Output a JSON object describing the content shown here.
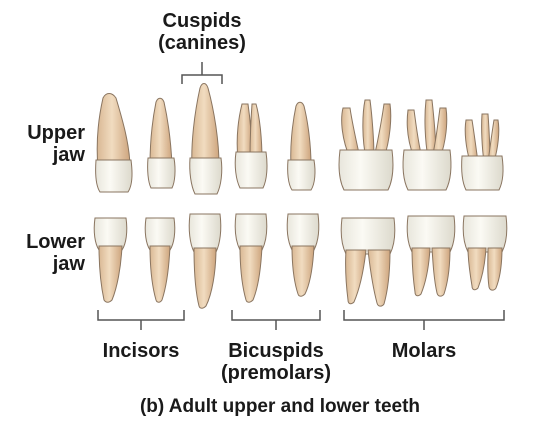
{
  "row_labels": {
    "upper_line1": "Upper",
    "upper_line2": "jaw",
    "lower_line1": "Lower",
    "lower_line2": "jaw"
  },
  "group_labels": {
    "cuspids_line1": "Cuspids",
    "cuspids_line2": "(canines)",
    "incisors": "Incisors",
    "bicuspids_line1": "Bicuspids",
    "bicuspids_line2": "(premolars)",
    "molars": "Molars"
  },
  "caption": "(b) Adult upper and lower teeth",
  "colors": {
    "crown": "#f4f1e6",
    "root": "#e9d2b4",
    "root_shadow": "#cfa982",
    "outline": "#8a7560",
    "bracket": "#555555"
  }
}
